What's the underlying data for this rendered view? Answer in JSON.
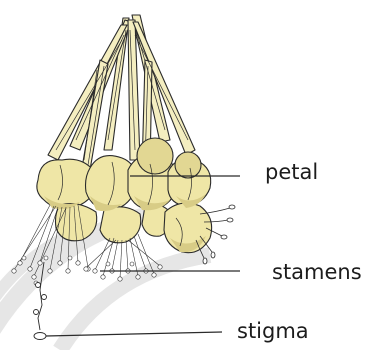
{
  "labels": {
    "petal": "petal",
    "stamens": "stamens",
    "stigma": "stigma"
  },
  "colors": {
    "petal_fill": "#efe6a6",
    "petal_shadow": "#d8cc86",
    "outline": "#2b2b2b",
    "leader_line": "#2b2b2b",
    "background_arc": "#e6e6e6",
    "label_text": "#1c1c1c"
  }
}
